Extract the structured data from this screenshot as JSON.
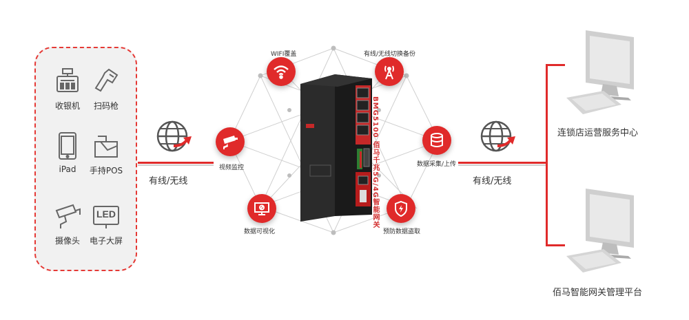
{
  "devices": [
    {
      "label": "收银机",
      "icon": "cash-register-icon"
    },
    {
      "label": "扫码枪",
      "icon": "barcode-scanner-icon"
    },
    {
      "label": "iPad",
      "icon": "tablet-icon"
    },
    {
      "label": "手持POS",
      "icon": "handheld-pos-icon"
    },
    {
      "label": "摄像头",
      "icon": "camera-icon"
    },
    {
      "label": "电子大屏",
      "icon": "led-screen-icon"
    }
  ],
  "led_text": "LED",
  "left_link_label": "有线/无线",
  "right_link_label": "有线/无线",
  "features": [
    {
      "label": "WIFI覆盖",
      "icon": "wifi-icon"
    },
    {
      "label": "有线/无线切换备份",
      "icon": "antenna-icon"
    },
    {
      "label": "视频监控",
      "icon": "cctv-icon"
    },
    {
      "label": "数据采集/上传",
      "icon": "database-icon"
    },
    {
      "label": "数据可视化",
      "icon": "monitor-icon"
    },
    {
      "label": "预防数据盗取",
      "icon": "shield-icon"
    }
  ],
  "router_caption": "BMG5100 佰马千兆5G/4G智能网关",
  "destinations": [
    {
      "label": "连锁店运营服务中心",
      "icon": "computer-icon"
    },
    {
      "label": "佰马智能网关管理平台",
      "icon": "computer-icon"
    }
  ],
  "colors": {
    "accent": "#e02a2a",
    "panel_bg": "#f1f1f1",
    "router_body": "#1e1e1e",
    "network_line": "#c8c8c8"
  }
}
